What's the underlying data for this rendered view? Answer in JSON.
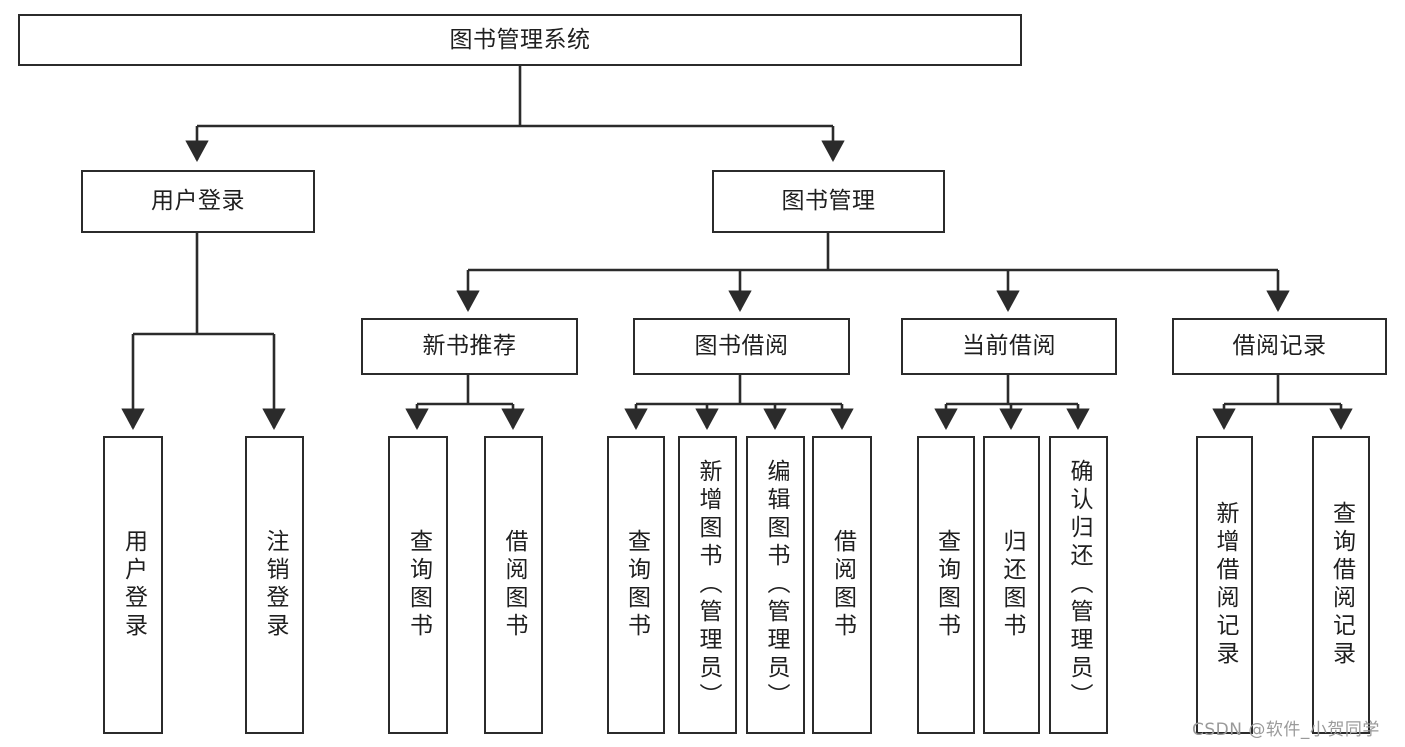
{
  "diagram": {
    "type": "tree",
    "title": "图书管理系统",
    "orientation": "top-down",
    "style": {
      "box_border": "#2b2b2b",
      "box_fill": "#ffffff",
      "edge_color": "#2b2b2b",
      "background": "#ffffff",
      "text_color": "#1f1f1f"
    },
    "root": {
      "id": "root",
      "label": "图书管理系统"
    },
    "level2": [
      {
        "id": "user-login",
        "label": "用户登录"
      },
      {
        "id": "book-manage",
        "label": "图书管理"
      }
    ],
    "level3": [
      {
        "id": "new-book-rec",
        "label": "新书推荐"
      },
      {
        "id": "book-borrow",
        "label": "图书借阅"
      },
      {
        "id": "current-borrow",
        "label": "当前借阅"
      },
      {
        "id": "borrow-record",
        "label": "借阅记录"
      }
    ],
    "leaves": {
      "user-login": [
        {
          "id": "leaf-user-login",
          "label": "用户登录"
        },
        {
          "id": "leaf-logout-login",
          "label": "注销登录"
        }
      ],
      "new-book-rec": [
        {
          "id": "leaf-query-book-1",
          "label": "查询图书"
        },
        {
          "id": "leaf-borrow-book-1",
          "label": "借阅图书"
        }
      ],
      "book-borrow": [
        {
          "id": "leaf-query-book-2",
          "label": "查询图书"
        },
        {
          "id": "leaf-add-book-admin",
          "label": "新增图书（管理员）"
        },
        {
          "id": "leaf-edit-book-admin",
          "label": "编辑图书（管理员）"
        },
        {
          "id": "leaf-borrow-book-2",
          "label": "借阅图书"
        }
      ],
      "current-borrow": [
        {
          "id": "leaf-query-book-3",
          "label": "查询图书"
        },
        {
          "id": "leaf-return-book",
          "label": "归还图书"
        },
        {
          "id": "leaf-confirm-return-admin",
          "label": "确认归还（管理员）"
        }
      ],
      "borrow-record": [
        {
          "id": "leaf-add-borrow-record",
          "label": "新增借阅记录"
        },
        {
          "id": "leaf-query-borrow-record",
          "label": "查询借阅记录"
        }
      ]
    }
  },
  "watermark": {
    "text": "CSDN @软件_小贺同学"
  }
}
